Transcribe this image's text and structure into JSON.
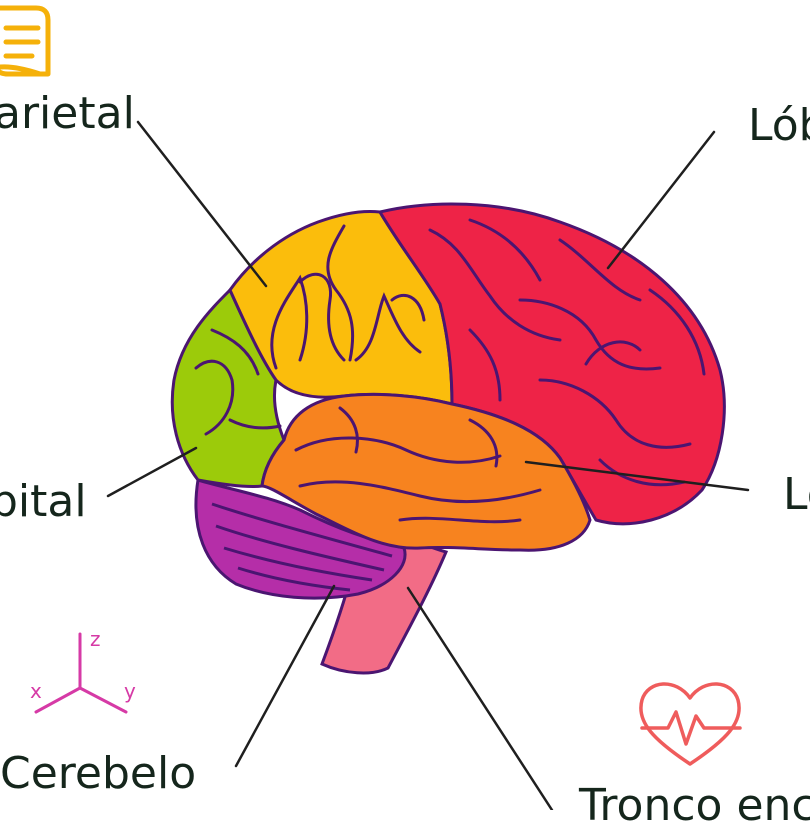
{
  "labels": {
    "parietal": "arietal",
    "frontal": "Lób",
    "occipital": "pital",
    "temporal": "Lo",
    "cerebellum": "Cerebelo",
    "brainstem": "Tronco ence"
  },
  "axes": {
    "x": "x",
    "y": "y",
    "z": "z"
  },
  "icons": {
    "top_left": "book-list-icon",
    "bottom_left": "xyz-axes-icon",
    "bottom_right": "heart-pulse-icon"
  },
  "colors": {
    "frontal": "#ee2347",
    "parietal": "#fbbd0c",
    "occipital": "#9ccb0a",
    "temporal": "#f7831f",
    "cerebellum": "#b52ea8",
    "brainstem": "#f26c86",
    "outline": "#4b1571",
    "leader": "#1f1f1f",
    "text": "#15261c",
    "book_icon": "#f5b10a",
    "axes_icon": "#d63aa6",
    "heart_icon": "#ef5c5c"
  }
}
